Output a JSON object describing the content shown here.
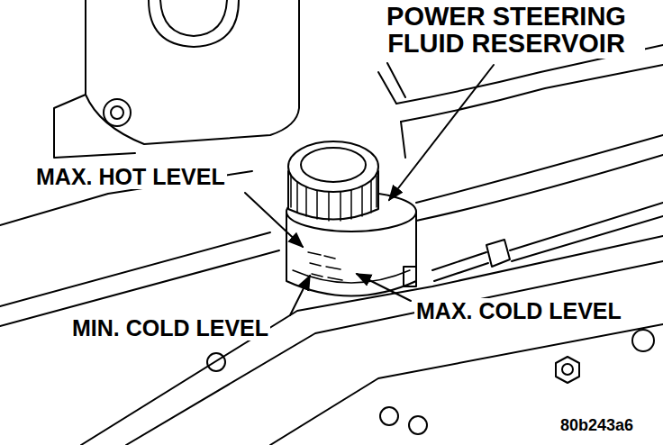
{
  "diagram": {
    "labels": [
      "POWER STEERING FLUID RESERVOIR",
      "MAX. HOT LEVEL",
      "MIN. COLD LEVEL",
      "MAX. COLD LEVEL",
      "80b243a6"
    ]
  }
}
